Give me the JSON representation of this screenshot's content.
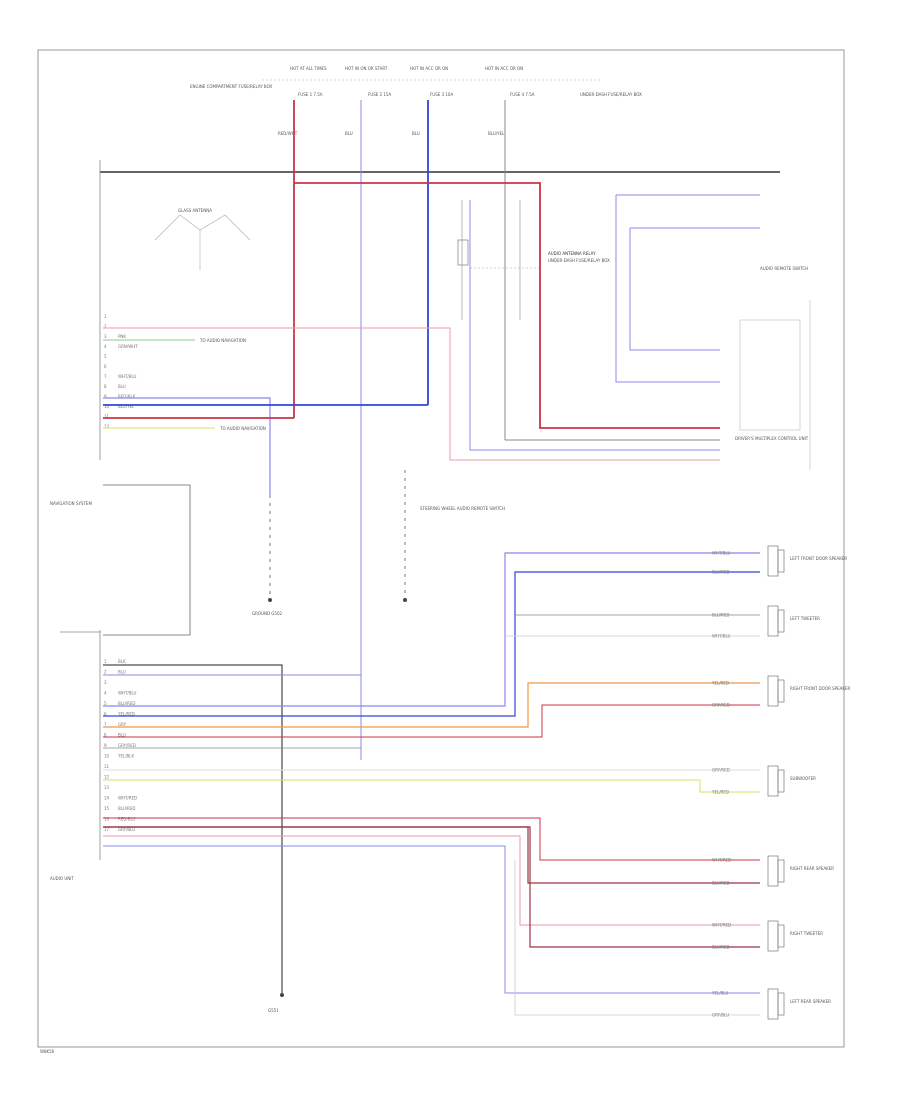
{
  "diagram": {
    "footer_code": "W8K56",
    "colors": {
      "border": "#999999",
      "red": "#cc3344",
      "blue": "#3344dd",
      "lightred": "#ee99a8",
      "lightblue": "#8888ee",
      "green": "#88cc88",
      "yellow": "#dddd66",
      "orange": "#ee9944",
      "darkred": "#993344",
      "gray": "#888888",
      "black": "#222222"
    },
    "top_fuses": [
      {
        "label": "HOT AT ALL TIMES"
      },
      {
        "label": "HOT IN ON OR START"
      },
      {
        "label": "HOT IN ACC OR ON"
      },
      {
        "label": "HOT IN ACC OR ON"
      }
    ],
    "fuse_box_labels": [
      {
        "label": "ENGINE COMPARTMENT FUSE/RELAY BOX"
      },
      {
        "label": "FUSE 1 7.5A"
      },
      {
        "label": "FUSE 2 15A"
      },
      {
        "label": "FUSE 3 10A"
      },
      {
        "label": "FUSE 4 7.5A"
      },
      {
        "label": "UNDER-DASH FUSE/RELAY BOX"
      }
    ],
    "wire_labels_top": [
      {
        "text": "RED/WHT"
      },
      {
        "text": "BLU"
      },
      {
        "text": "BLU"
      },
      {
        "text": "BLU/YEL"
      }
    ],
    "relay": {
      "title": "AUDIO ANTENNA RELAY",
      "lines": [
        "UNDER-DASH FUSE/RELAY BOX"
      ]
    },
    "glass_antenna": {
      "label": "GLASS ANTENNA"
    },
    "radio_unit_label": "NAVIGATION SYSTEM",
    "audio_unit_label": "AUDIO UNIT",
    "left_connector_pins": [
      {
        "pin": "1",
        "wire": ""
      },
      {
        "pin": "2",
        "wire": ""
      },
      {
        "pin": "3",
        "wire": "PNK"
      },
      {
        "pin": "4",
        "wire": "GRN/WHT"
      },
      {
        "pin": "5",
        "wire": ""
      },
      {
        "pin": "6",
        "wire": ""
      },
      {
        "pin": "7",
        "wire": "WHT/BLU"
      },
      {
        "pin": "8",
        "wire": "BLU"
      },
      {
        "pin": "9",
        "wire": "RED/BLK"
      },
      {
        "pin": "10",
        "wire": "BLU/YEL"
      },
      {
        "pin": "11",
        "wire": ""
      },
      {
        "pin": "12",
        "wire": ""
      }
    ],
    "left_annotations": [
      {
        "text": "TO AUDIO NAVIGATION"
      },
      {
        "text": "TO AUDIO NAVIGATION"
      }
    ],
    "center_ground": {
      "label": "GROUND G502"
    },
    "steering_switch": {
      "label": "STEERING WHEEL AUDIO REMOTE SWITCH"
    },
    "right_connector": {
      "label": "DRIVER'S MULTIPLEX CONTROL UNIT"
    },
    "lower_connector_pins": [
      {
        "pin": "1",
        "wire": "BLK"
      },
      {
        "pin": "2",
        "wire": "BLU"
      },
      {
        "pin": "3",
        "wire": ""
      },
      {
        "pin": "4",
        "wire": "WHT/BLU"
      },
      {
        "pin": "5",
        "wire": "BLU/RED"
      },
      {
        "pin": "6",
        "wire": "YEL/RED"
      },
      {
        "pin": "7",
        "wire": "GRY"
      },
      {
        "pin": "8",
        "wire": "BLU"
      },
      {
        "pin": "9",
        "wire": "GRY/RED"
      },
      {
        "pin": "10",
        "wire": "YEL/BLK"
      },
      {
        "pin": "11",
        "wire": ""
      },
      {
        "pin": "12",
        "wire": ""
      },
      {
        "pin": "13",
        "wire": ""
      },
      {
        "pin": "14",
        "wire": "WHT/RED"
      },
      {
        "pin": "15",
        "wire": "BLU/RED"
      },
      {
        "pin": "16",
        "wire": "RED/BLU"
      },
      {
        "pin": "17",
        "wire": "GRY/BLU"
      }
    ],
    "speakers": [
      {
        "name": "LEFT FRONT DOOR SPEAKER"
      },
      {
        "name": "LEFT TWEETER"
      },
      {
        "name": "RIGHT FRONT DOOR SPEAKER"
      },
      {
        "name": "SUBWOOFER"
      },
      {
        "name": "RIGHT REAR SPEAKER"
      },
      {
        "name": "RIGHT TWEETER"
      },
      {
        "name": "LEFT REAR SPEAKER"
      }
    ],
    "speaker_wire_labels": [
      {
        "text": "WHT/BLU"
      },
      {
        "text": "BLU/RED"
      },
      {
        "text": "BLU/RED"
      },
      {
        "text": "WHT/BLU"
      },
      {
        "text": "YEL/RED"
      },
      {
        "text": "GRY/RED"
      },
      {
        "text": "GRY/RED"
      },
      {
        "text": "YEL/RED"
      },
      {
        "text": "WHT/RED"
      },
      {
        "text": "BLU/RED"
      },
      {
        "text": "WHT/RED"
      },
      {
        "text": "BLU/RED"
      },
      {
        "text": "YEL/BLU"
      },
      {
        "text": "GRY/BLU"
      }
    ],
    "bottom_ground": {
      "label": "G551"
    },
    "right_top_unit": {
      "label": "AUDIO REMOTE SWITCH"
    }
  }
}
